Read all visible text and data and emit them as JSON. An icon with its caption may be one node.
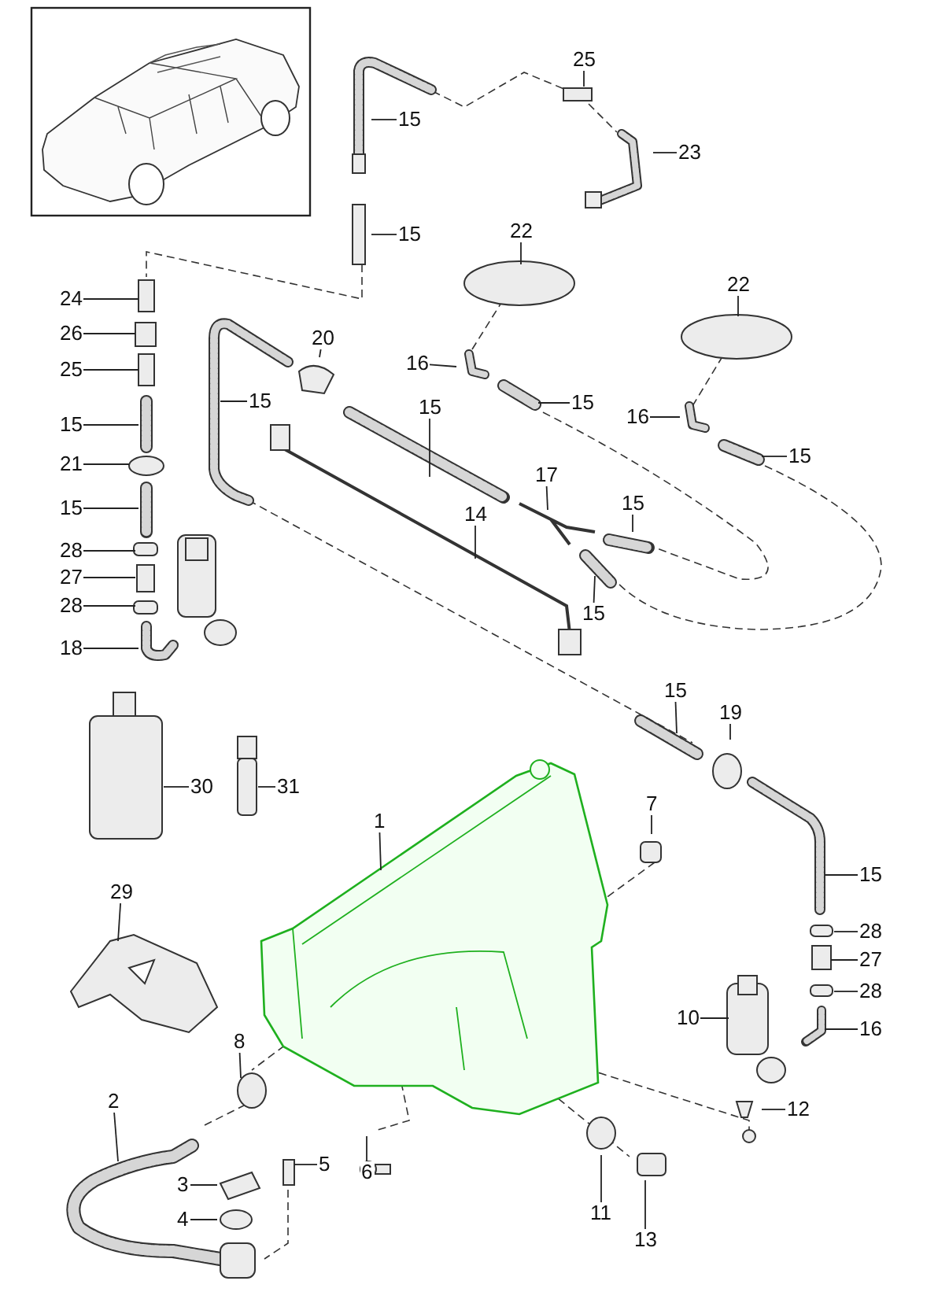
{
  "diagram": {
    "nodes": [
      {
        "text": [
          "25"
        ]
      },
      {
        "text": [
          "15"
        ]
      },
      {
        "text": [
          "23"
        ]
      },
      {
        "text": [
          "15"
        ]
      },
      {
        "text": [
          "22"
        ]
      },
      {
        "text": [
          "24"
        ]
      },
      {
        "text": [
          "22"
        ]
      },
      {
        "text": [
          "26"
        ]
      },
      {
        "text": [
          "20"
        ]
      },
      {
        "text": [
          "16"
        ]
      },
      {
        "text": [
          "25"
        ]
      },
      {
        "text": [
          "15"
        ]
      },
      {
        "text": [
          "15"
        ]
      },
      {
        "text": [
          "15"
        ]
      },
      {
        "text": [
          "16"
        ]
      },
      {
        "text": [
          "15"
        ]
      },
      {
        "text": [
          "21"
        ]
      },
      {
        "text": [
          "15"
        ]
      },
      {
        "text": [
          "17"
        ]
      },
      {
        "text": [
          "15"
        ]
      },
      {
        "text": [
          "15"
        ]
      },
      {
        "text": [
          "14"
        ]
      },
      {
        "text": [
          "28"
        ]
      },
      {
        "text": [
          "27"
        ]
      },
      {
        "text": [
          "28"
        ]
      },
      {
        "text": [
          "15"
        ]
      },
      {
        "text": [
          "18"
        ]
      },
      {
        "text": [
          "15"
        ]
      },
      {
        "text": [
          "19"
        ]
      },
      {
        "text": [
          "30"
        ]
      },
      {
        "text": [
          "31"
        ]
      },
      {
        "text": [
          "1"
        ]
      },
      {
        "text": [
          "7"
        ]
      },
      {
        "text": [
          "15"
        ]
      },
      {
        "text": [
          "29"
        ]
      },
      {
        "text": [
          "28"
        ]
      },
      {
        "text": [
          "27"
        ]
      },
      {
        "text": [
          "28"
        ]
      },
      {
        "text": [
          "10"
        ]
      },
      {
        "text": [
          "16"
        ]
      },
      {
        "text": [
          "8"
        ]
      },
      {
        "text": [
          "2"
        ]
      },
      {
        "text": [
          "12"
        ]
      },
      {
        "text": [
          "5"
        ]
      },
      {
        "text": [
          "6"
        ]
      },
      {
        "text": [
          "3"
        ]
      },
      {
        "text": [
          "4"
        ]
      },
      {
        "text": [
          "11"
        ]
      },
      {
        "text": [
          "13"
        ]
      }
    ],
    "edges": [
      {
        "from": 0,
        "to": null,
        "arrow": "none"
      },
      {
        "from": 1,
        "to": null,
        "arrow": "none"
      },
      {
        "from": 2,
        "to": null,
        "arrow": "none"
      },
      {
        "from": 3,
        "to": null,
        "arrow": "none"
      },
      {
        "from": 4,
        "to": null,
        "arrow": "none"
      },
      {
        "from": 5,
        "to": null,
        "arrow": "none"
      },
      {
        "from": 6,
        "to": null,
        "arrow": "none"
      },
      {
        "from": 7,
        "to": null,
        "arrow": "none"
      },
      {
        "from": 8,
        "to": null,
        "arrow": "none"
      },
      {
        "from": 9,
        "to": null,
        "arrow": "none"
      },
      {
        "from": 10,
        "to": null,
        "arrow": "none"
      },
      {
        "from": 11,
        "to": null,
        "arrow": "none"
      },
      {
        "from": 12,
        "to": null,
        "arrow": "none"
      },
      {
        "from": 13,
        "to": null,
        "arrow": "none"
      },
      {
        "from": 14,
        "to": null,
        "arrow": "none"
      },
      {
        "from": 15,
        "to": null,
        "arrow": "none"
      },
      {
        "from": 16,
        "to": null,
        "arrow": "none"
      },
      {
        "from": 17,
        "to": null,
        "arrow": "none"
      },
      {
        "from": 18,
        "to": null,
        "arrow": "none"
      },
      {
        "from": 19,
        "to": null,
        "arrow": "none"
      },
      {
        "from": 20,
        "to": null,
        "arrow": "none"
      },
      {
        "from": 21,
        "to": null,
        "arrow": "none"
      },
      {
        "from": 22,
        "to": null,
        "arrow": "none"
      },
      {
        "from": 23,
        "to": null,
        "arrow": "none"
      },
      {
        "from": 24,
        "to": null,
        "arrow": "none"
      },
      {
        "from": 25,
        "to": null,
        "arrow": "none"
      },
      {
        "from": 26,
        "to": null,
        "arrow": "none"
      },
      {
        "from": 27,
        "to": null,
        "arrow": "none"
      },
      {
        "from": 28,
        "to": null,
        "arrow": "none"
      },
      {
        "from": 29,
        "to": null,
        "arrow": "none"
      },
      {
        "from": 30,
        "to": null,
        "arrow": "none"
      },
      {
        "from": 31,
        "to": null,
        "arrow": "none"
      },
      {
        "from": 32,
        "to": null,
        "arrow": "none"
      },
      {
        "from": 33,
        "to": null,
        "arrow": "none"
      },
      {
        "from": 34,
        "to": null,
        "arrow": "none"
      },
      {
        "from": 35,
        "to": null,
        "arrow": "none"
      },
      {
        "from": 36,
        "to": null,
        "arrow": "none"
      },
      {
        "from": 37,
        "to": null,
        "arrow": "none"
      },
      {
        "from": 38,
        "to": null,
        "arrow": "none"
      },
      {
        "from": 39,
        "to": null,
        "arrow": "none"
      },
      {
        "from": 40,
        "to": null,
        "arrow": "none"
      },
      {
        "from": 41,
        "to": null,
        "arrow": "none"
      },
      {
        "from": 42,
        "to": null,
        "arrow": "none"
      },
      {
        "from": 43,
        "to": null,
        "arrow": "none"
      },
      {
        "from": 44,
        "to": null,
        "arrow": "none"
      },
      {
        "from": 45,
        "to": null,
        "arrow": "none"
      },
      {
        "from": 46,
        "to": null,
        "arrow": "none"
      },
      {
        "from": 47,
        "to": null,
        "arrow": "none"
      },
      {
        "from": 48,
        "to": null,
        "arrow": "none"
      }
    ]
  }
}
